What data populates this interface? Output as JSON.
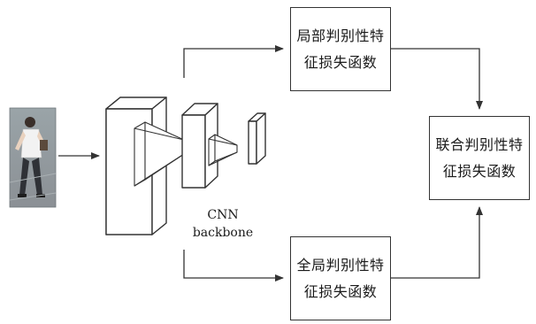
{
  "boxes": {
    "local_loss": {
      "line1": "局部判别性特",
      "line2": "征损失函数"
    },
    "global_loss": {
      "line1": "全局判别性特",
      "line2": "征损失函数"
    },
    "joint_loss": {
      "line1": "联合判别性特",
      "line2": "征损失函数"
    }
  },
  "backbone": {
    "line1": "CNN",
    "line2": "backbone"
  },
  "colors": {
    "stroke": "#333333",
    "fill": "#ffffff"
  },
  "icons": {
    "input": "pedestrian-photo",
    "network": "cnn-layers"
  }
}
